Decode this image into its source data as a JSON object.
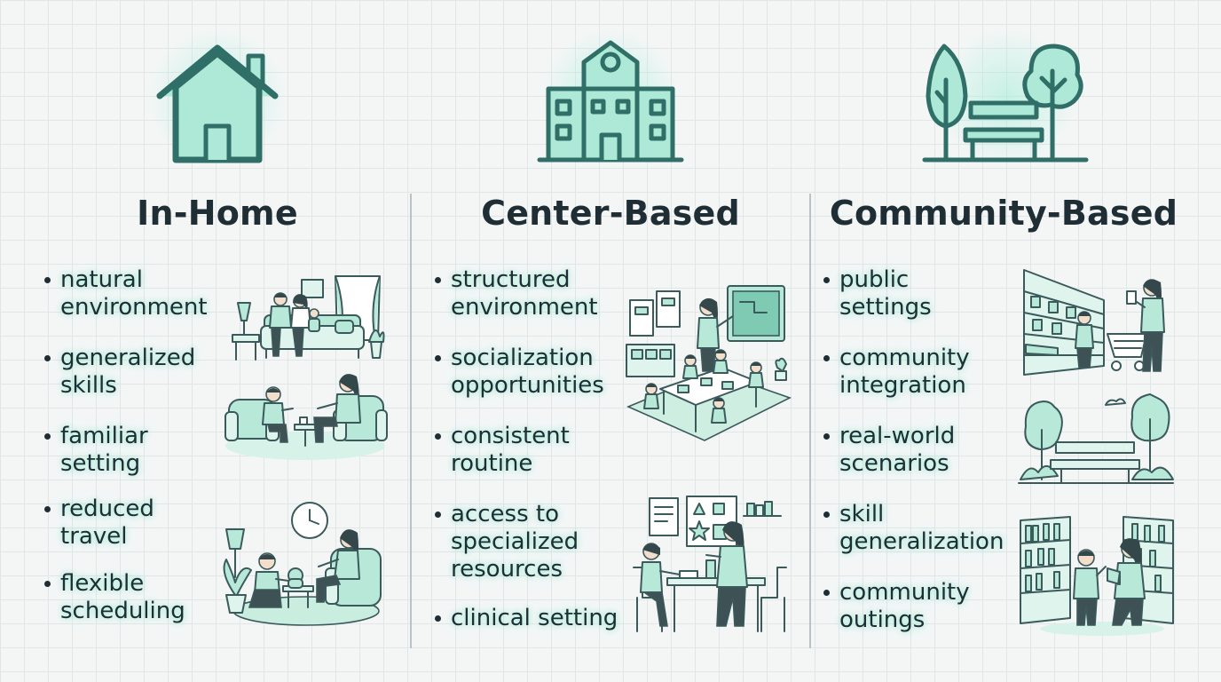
{
  "columns": [
    {
      "title": "In-Home",
      "icon": "house-icon",
      "items": [
        "natural environment",
        "generalized skills",
        "familiar setting",
        "reduced travel",
        "flexible scheduling"
      ]
    },
    {
      "title": "Center-Based",
      "icon": "school-building-icon",
      "items": [
        "structured environment",
        "socialization opportunities",
        "consistent routine",
        "access to specialized resources",
        "clinical setting"
      ]
    },
    {
      "title": "Community-Based",
      "icon": "park-trees-bench-icon",
      "items": [
        "public settings",
        "community integration",
        "real-world scenarios",
        "skill generalization",
        "community outings"
      ]
    }
  ],
  "colors": {
    "accent": "#aee8d6",
    "outline": "#2f6f67",
    "text": "#1f2d35",
    "divider": "#b9c3c5",
    "background": "#f4f6f6"
  }
}
